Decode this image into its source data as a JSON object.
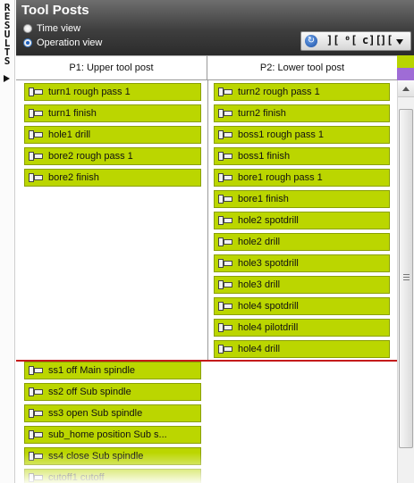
{
  "sidebar_tab": {
    "label": "RESULTS"
  },
  "panel": {
    "title": "Tool Posts",
    "view_options": [
      {
        "label": "Time view",
        "selected": false
      },
      {
        "label": "Operation view",
        "selected": true
      }
    ],
    "toolbar": {
      "glyphs": [
        "][",
        "⁰[",
        "c][",
        "]["
      ]
    },
    "columns": [
      {
        "label": "P1: Upper tool post"
      },
      {
        "label": "P2: Lower tool post"
      }
    ],
    "legend_colors": {
      "p1": "#b8d400",
      "p2": "#9f6cd6"
    },
    "accent": {
      "operation": "#bbd600",
      "sync_line": "#c41b1b"
    }
  },
  "p1_ops": [
    {
      "label": "turn1  rough pass 1"
    },
    {
      "label": "turn1  finish"
    },
    {
      "label": "hole1  drill"
    },
    {
      "label": "bore2  rough pass 1"
    },
    {
      "label": "bore2  finish"
    }
  ],
  "p2_ops": [
    {
      "label": "turn2  rough pass 1"
    },
    {
      "label": "turn2  finish"
    },
    {
      "label": "boss1  rough pass 1"
    },
    {
      "label": "boss1  finish"
    },
    {
      "label": "bore1  rough pass 1"
    },
    {
      "label": "bore1  finish"
    },
    {
      "label": "hole2  spotdrill"
    },
    {
      "label": "hole2  drill"
    },
    {
      "label": "hole3  spotdrill"
    },
    {
      "label": "hole3  drill"
    },
    {
      "label": "hole4  spotdrill"
    },
    {
      "label": "hole4  pilotdrill"
    },
    {
      "label": "hole4  drill"
    }
  ],
  "after_sync_ops": [
    {
      "label": "ss1  off Main spindle"
    },
    {
      "label": "ss2  off Sub spindle"
    },
    {
      "label": "ss3  open Sub spindle"
    },
    {
      "label": "sub_home  position Sub s..."
    },
    {
      "label": "ss4  close Sub spindle"
    },
    {
      "label": "cutoff1  cutoff"
    }
  ]
}
